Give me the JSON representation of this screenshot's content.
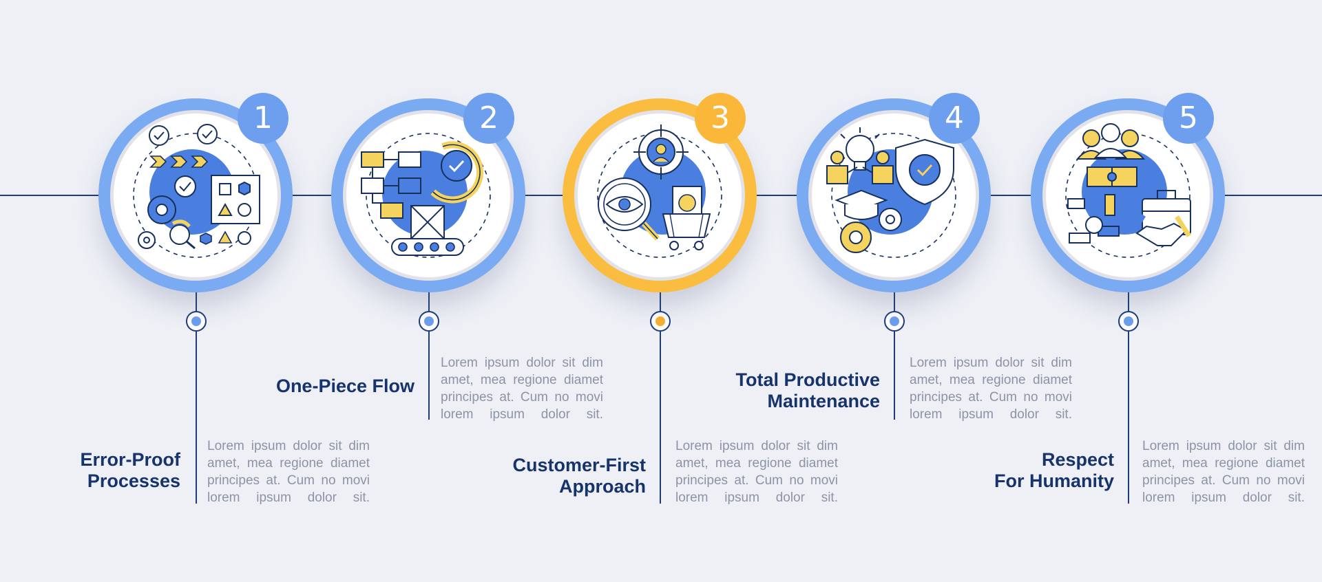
{
  "colors": {
    "line": "#1d3c78",
    "blue_ring": "#7aaaf2",
    "blue_badge": "#6d9fee",
    "blue_dot": "#6d9fee",
    "orange_ring": "#fbbd3f",
    "orange_badge": "#fbb73a",
    "orange_dot": "#f7b230",
    "icon_fill": "#4a7fe0",
    "icon_accent": "#f4d35e",
    "icon_stroke": "#17305c",
    "title": "#16336b",
    "body_text": "#8c93a6",
    "background": "#eef0f6"
  },
  "steps": [
    {
      "number": "1",
      "title_lines": [
        "Error-Proof",
        "Processes"
      ],
      "description": "Lorem ipsum dolor sit dim amet, mea regione diamet principes at. Cum no movi lorem ipsum dolor sit.",
      "icon": "error-proof-process-icon",
      "accent": "blue"
    },
    {
      "number": "2",
      "title_lines": [
        "One-Piece Flow"
      ],
      "description": "Lorem ipsum dolor sit dim amet, mea regione diamet principes at. Cum no movi lorem ipsum dolor sit.",
      "icon": "one-piece-flow-icon",
      "accent": "blue"
    },
    {
      "number": "3",
      "title_lines": [
        "Customer-First",
        "Approach"
      ],
      "description": "Lorem ipsum dolor sit dim amet, mea regione diamet principes at. Cum no movi lorem ipsum dolor sit.",
      "icon": "customer-focus-icon",
      "accent": "orange"
    },
    {
      "number": "4",
      "title_lines": [
        "Total Productive",
        "Maintenance"
      ],
      "description": "Lorem ipsum dolor sit dim amet, mea regione diamet principes at. Cum no movi lorem ipsum dolor sit.",
      "icon": "productive-maintenance-icon",
      "accent": "blue"
    },
    {
      "number": "5",
      "title_lines": [
        "Respect",
        "For Humanity"
      ],
      "description": "Lorem ipsum dolor sit dim amet, mea regione diamet principes at. Cum no movi lorem ipsum dolor sit.",
      "icon": "teamwork-respect-icon",
      "accent": "blue"
    }
  ]
}
